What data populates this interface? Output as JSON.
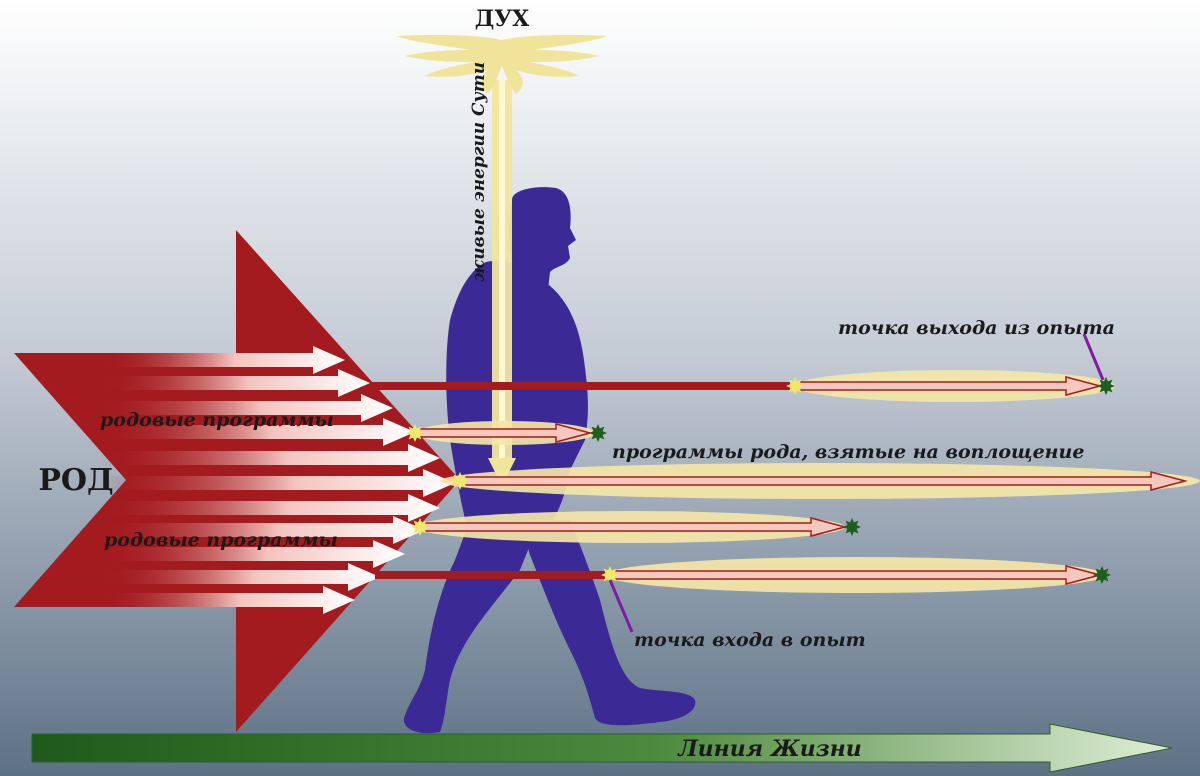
{
  "title": "ДУХ",
  "rod_label": "РОД",
  "vertical_label": "живые энергии Сути",
  "rod_programs_top": "родовые программы",
  "rod_programs_bottom": "родовые программы",
  "incarnation_label": "программы рода, взятые на воплощение",
  "exit_point_label": "точка выхода из опыта",
  "entry_point_label": "точка входа в опыт",
  "life_line_label": "Линия Жизни",
  "colors": {
    "bg_top": "#ffffff",
    "bg_bottom": "#5d7185",
    "rod_arrow": "#a31a1f",
    "figure": "#3b2a96",
    "spirit": "#f1e59b",
    "ellipse": "#f4e6a6",
    "life_line_start": "#1f5a1a",
    "life_line_end": "#d9ead0",
    "exit_star": "#1f5e1f",
    "entry_star": "#f1e86a",
    "pointer": "#7a1fa0"
  }
}
